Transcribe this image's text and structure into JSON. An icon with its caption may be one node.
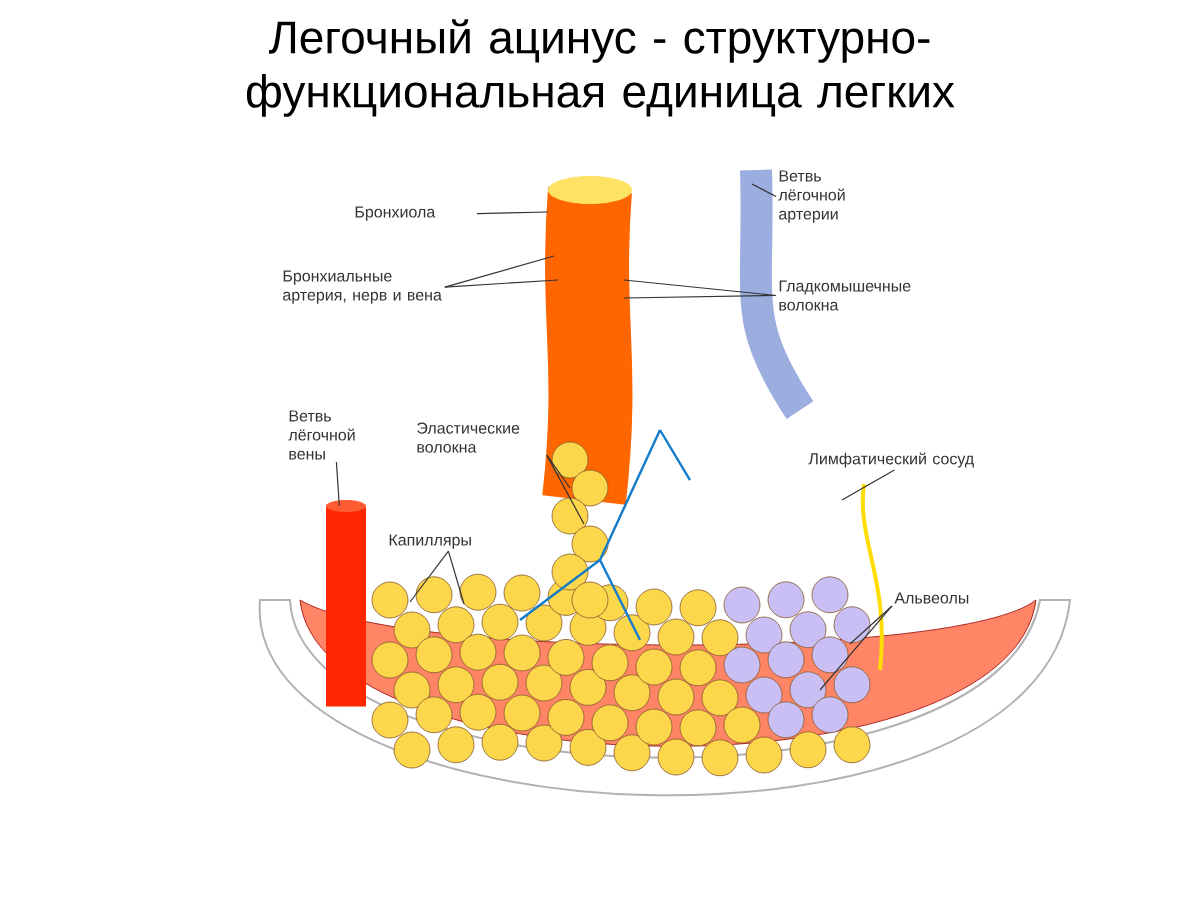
{
  "diagram": {
    "title": "Легочный ацинус - структурно-функциональная единица легких",
    "nodes": [
      {
        "text": [
          "Бронхиола"
        ]
      },
      {
        "text": [
          "Ветвь лёгочной артерии"
        ]
      },
      {
        "text": [
          "Бронхиальные артерия, нерв и вена"
        ]
      },
      {
        "text": [
          "Гладкомышечные волокна"
        ]
      },
      {
        "text": [
          "Ветвь лёгочной вены"
        ]
      },
      {
        "text": [
          "Эластические волокна"
        ]
      },
      {
        "text": [
          "Капилляры"
        ]
      },
      {
        "text": [
          "Лимфатический сосуд"
        ]
      },
      {
        "text": [
          "Альвеолы"
        ]
      },
      {
        "text": [],
        "shape": "cylinder"
      }
    ],
    "edges": [
      {
        "from": 0,
        "to": null,
        "arrow": "none"
      },
      {
        "from": 1,
        "to": null,
        "arrow": "none"
      },
      {
        "from": 2,
        "to": null,
        "arrow": "none"
      },
      {
        "from": 2,
        "to": null,
        "arrow": "none"
      },
      {
        "from": 3,
        "to": null,
        "arrow": "none"
      },
      {
        "from": 3,
        "to": null,
        "arrow": "none"
      },
      {
        "from": 4,
        "to": 9,
        "arrow": "none"
      },
      {
        "from": 5,
        "to": null,
        "arrow": "none"
      },
      {
        "from": 5,
        "to": null,
        "arrow": "none"
      },
      {
        "from": 6,
        "to": null,
        "arrow": "none"
      },
      {
        "from": 6,
        "to": null,
        "arrow": "none"
      },
      {
        "from": 7,
        "to": null,
        "arrow": "none"
      },
      {
        "from": 8,
        "to": null,
        "arrow": "none"
      },
      {
        "from": 8,
        "to": null,
        "arrow": "none"
      }
    ]
  }
}
